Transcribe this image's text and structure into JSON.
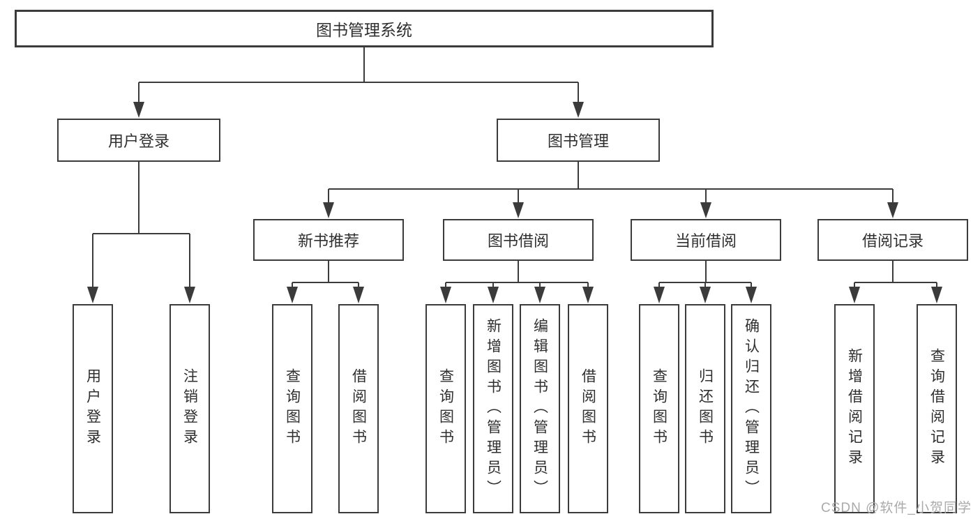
{
  "diagram_title": "图书管理系统",
  "nodes": {
    "root": "图书管理系统",
    "level2": [
      "用户登录",
      "图书管理"
    ],
    "level3": [
      "新书推荐",
      "图书借阅",
      "当前借阅",
      "借阅记录"
    ],
    "leaves_user_login": [
      "用户登录",
      "注销登录"
    ],
    "leaves_new_book": [
      "查询图书",
      "借阅图书"
    ],
    "leaves_book_borrow": [
      "查询图书",
      "新增图书（管理员）",
      "编辑图书（管理员）",
      "借阅图书"
    ],
    "leaves_current_borrow": [
      "查询图书",
      "归还图书",
      "确认归还（管理员）"
    ],
    "leaves_borrow_record": [
      "新增借阅记录",
      "查询借阅记录"
    ]
  },
  "hierarchy": [
    {
      "parent": "图书管理系统",
      "children": [
        "用户登录",
        "图书管理"
      ]
    },
    {
      "parent": "用户登录",
      "children": [
        "用户登录",
        "注销登录"
      ]
    },
    {
      "parent": "图书管理",
      "children": [
        "新书推荐",
        "图书借阅",
        "当前借阅",
        "借阅记录"
      ]
    },
    {
      "parent": "新书推荐",
      "children": [
        "查询图书",
        "借阅图书"
      ]
    },
    {
      "parent": "图书借阅",
      "children": [
        "查询图书",
        "新增图书（管理员）",
        "编辑图书（管理员）",
        "借阅图书"
      ]
    },
    {
      "parent": "当前借阅",
      "children": [
        "查询图书",
        "归还图书",
        "确认归还（管理员）"
      ]
    },
    {
      "parent": "借阅记录",
      "children": [
        "新增借阅记录",
        "查询借阅记录"
      ]
    }
  ],
  "watermark": "CSDN @软件_小贺同学",
  "colors": {
    "line": "#3b3b3b",
    "box_border": "#3b3b3b",
    "text": "#2f2f2f",
    "watermark": "#aaaaaa",
    "background": "#ffffff"
  }
}
